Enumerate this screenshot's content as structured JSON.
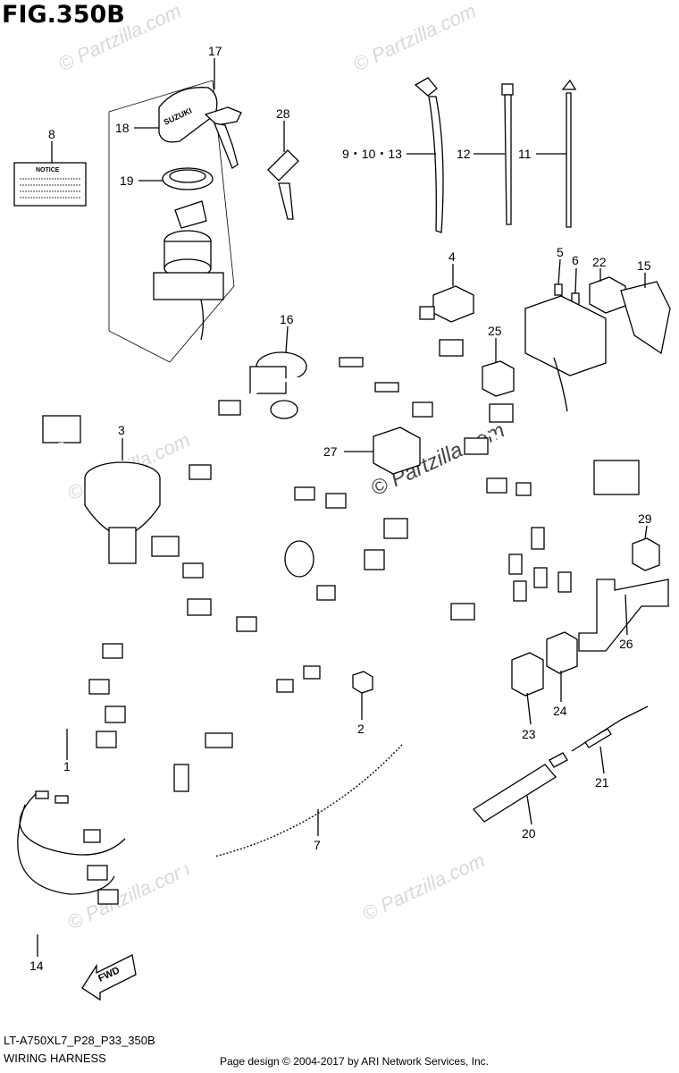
{
  "figure": {
    "title": "FIG.350B",
    "model_code": "LT-A750XL7_P28_P33_350B",
    "section_name": "WIRING HARNESS",
    "credit": "Page design © 2004-2017 by ARI Network Services, Inc."
  },
  "labels": {
    "notice": "NOTICE",
    "brand": "SUZUKI",
    "fwd": "FWD"
  },
  "watermark": "© Partzilla.com",
  "callouts": [
    {
      "id": "c1",
      "text": "1"
    },
    {
      "id": "c2",
      "text": "2"
    },
    {
      "id": "c3",
      "text": "3"
    },
    {
      "id": "c4",
      "text": "4"
    },
    {
      "id": "c5",
      "text": "5"
    },
    {
      "id": "c6",
      "text": "6"
    },
    {
      "id": "c7",
      "text": "7"
    },
    {
      "id": "c8",
      "text": "8"
    },
    {
      "id": "c9",
      "text": "9・10・13"
    },
    {
      "id": "c11",
      "text": "11"
    },
    {
      "id": "c12",
      "text": "12"
    },
    {
      "id": "c14",
      "text": "14"
    },
    {
      "id": "c15",
      "text": "15"
    },
    {
      "id": "c16",
      "text": "16"
    },
    {
      "id": "c17",
      "text": "17"
    },
    {
      "id": "c18",
      "text": "18"
    },
    {
      "id": "c19",
      "text": "19"
    },
    {
      "id": "c20",
      "text": "20"
    },
    {
      "id": "c21",
      "text": "21"
    },
    {
      "id": "c22",
      "text": "22"
    },
    {
      "id": "c23",
      "text": "23"
    },
    {
      "id": "c24",
      "text": "24"
    },
    {
      "id": "c25",
      "text": "25"
    },
    {
      "id": "c26",
      "text": "26"
    },
    {
      "id": "c27",
      "text": "27"
    },
    {
      "id": "c28",
      "text": "28"
    },
    {
      "id": "c29",
      "text": "29"
    }
  ]
}
